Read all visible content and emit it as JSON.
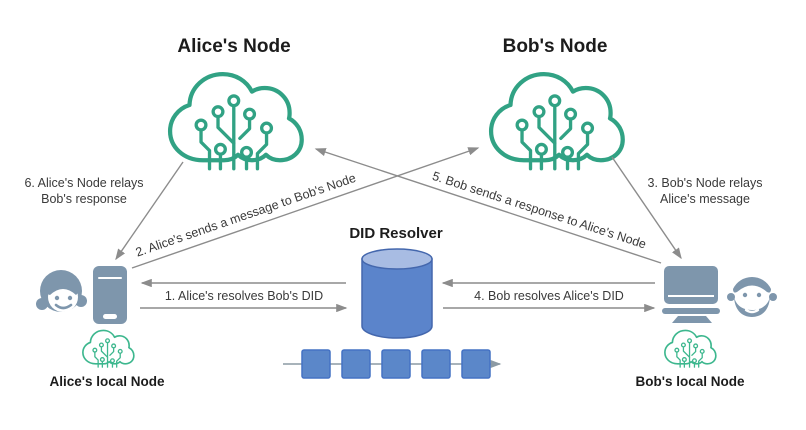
{
  "diagram": {
    "nodes": {
      "alice_cloud": {
        "label": "Alice's Node"
      },
      "bob_cloud": {
        "label": "Bob's Node"
      },
      "resolver": {
        "label": "DID Resolver"
      },
      "alice_local": {
        "label": "Alice's local Node"
      },
      "bob_local": {
        "label": "Bob's local Node"
      }
    },
    "edges": {
      "step1": {
        "label": "1. Alice's resolves Bob's DID"
      },
      "step2": {
        "label": "2. Alice's sends a message to Bob's Node"
      },
      "step3": {
        "label_line1": "3. Bob's Node relays",
        "label_line2": "Alice's message"
      },
      "step4": {
        "label": "4. Bob resolves Alice's DID"
      },
      "step5": {
        "label": "5. Bob sends a response to Alice's Node"
      },
      "step6": {
        "label_line1": "6. Alice's Node relays",
        "label_line2": "Bob's response"
      }
    },
    "icons": {
      "cloud_network": "cloud-network-icon",
      "database": "database-cylinder-icon",
      "blockchain": "blockchain-blocks-icon",
      "smartphone": "smartphone-icon",
      "monitor": "monitor-icon",
      "woman": "woman-avatar-icon",
      "man": "bearded-man-avatar-icon"
    },
    "colors": {
      "cloud_green": "#31A284",
      "cloud_green_small": "#3DB78E",
      "device_slate": "#7E96AC",
      "cylinder_body": "#5B84CB",
      "cylinder_top": "#A8BCE3",
      "cylinder_stroke": "#4467AD",
      "block_fill": "#5B87C9",
      "block_stroke": "#4472C4",
      "arrow_gray": "#8C8C8C",
      "label_text": "#3A3A3A"
    }
  }
}
